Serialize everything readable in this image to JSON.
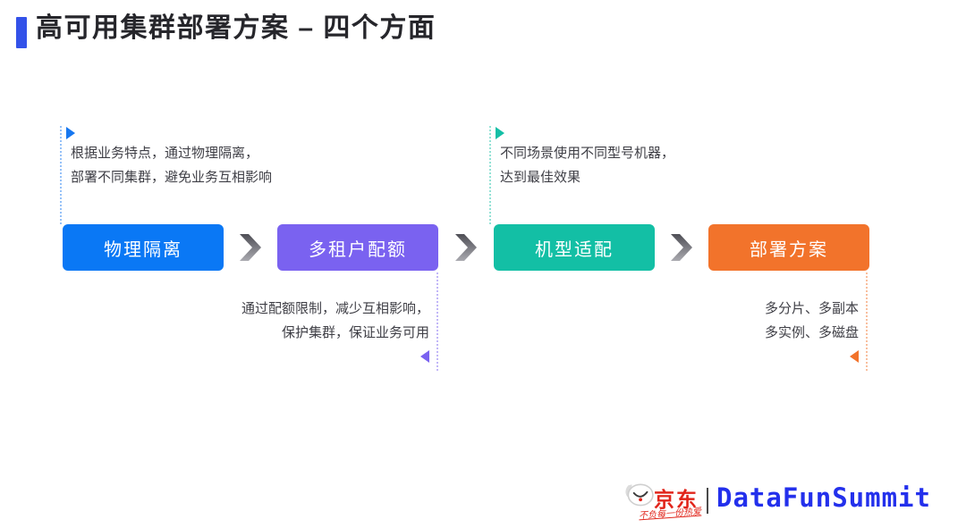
{
  "title": {
    "text": "高可用集群部署方案 – 四个方面",
    "accent_color": "#3352e9"
  },
  "steps": [
    {
      "label": "物理隔离",
      "color": "#0a78f5"
    },
    {
      "label": "多租户配额",
      "color": "#7a62f0"
    },
    {
      "label": "机型适配",
      "color": "#13bfa5"
    },
    {
      "label": "部署方案",
      "color": "#f2732b"
    }
  ],
  "icons": {
    "connector": "chevron-right-icon",
    "marker": "triangle-marker-icon"
  },
  "annotations": {
    "top_left": {
      "accent": "#1677f0",
      "lines": [
        "根据业务特点，通过物理隔离，",
        "部署不同集群，避免业务互相影响"
      ]
    },
    "top_right": {
      "accent": "#14bfa6",
      "lines": [
        "不同场景使用不同型号机器，",
        "达到最佳效果"
      ]
    },
    "bottom_left": {
      "accent": "#7a62f0",
      "lines": [
        "通过配额限制，减少互相影响，",
        "保护集群，保证业务可用"
      ]
    },
    "bottom_right": {
      "accent": "#f2732b",
      "lines": [
        "多分片、多副本",
        "多实例、多磁盘"
      ]
    }
  },
  "footer": {
    "jd": {
      "name": "京东",
      "slogan": "不负每一份热爱",
      "color": "#e1251b"
    },
    "datafun": {
      "text": "DataFunSummit",
      "color": "#2330ec"
    }
  }
}
